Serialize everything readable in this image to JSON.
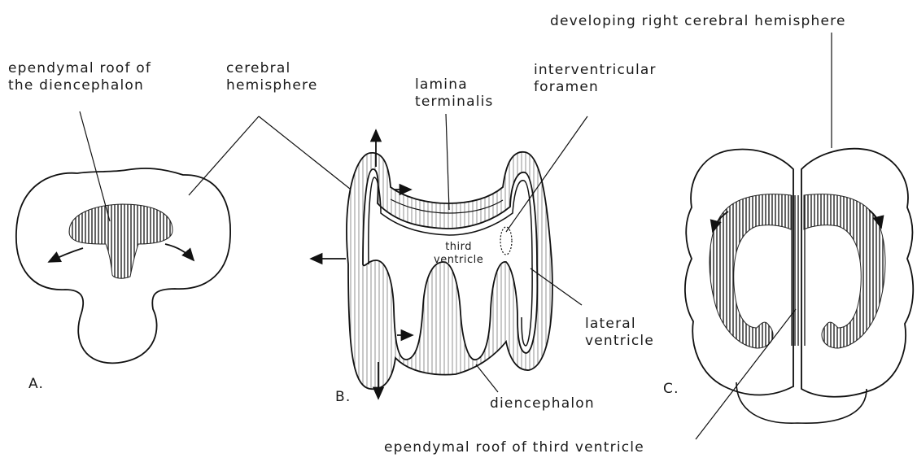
{
  "labels": {
    "ependymal_roof_diencephalon": "ependymal roof of\nthe diencephalon",
    "cerebral_hemisphere": "cerebral\nhemisphere",
    "lamina_terminalis": "lamina\nterminalis",
    "interventricular_foramen": "interventricular\nforamen",
    "developing_right_hemisphere": "developing right cerebral hemisphere",
    "third_ventricle": "third\nventricle",
    "lateral_ventricle": "lateral\nventricle",
    "diencephalon": "diencephalon",
    "ependymal_roof_third_ventricle": "ependymal roof of third ventricle",
    "panel_a": "A.",
    "panel_b": "B.",
    "panel_c": "C."
  },
  "colors": {
    "ink": "#1a1a1a",
    "hatch": "#333333"
  }
}
